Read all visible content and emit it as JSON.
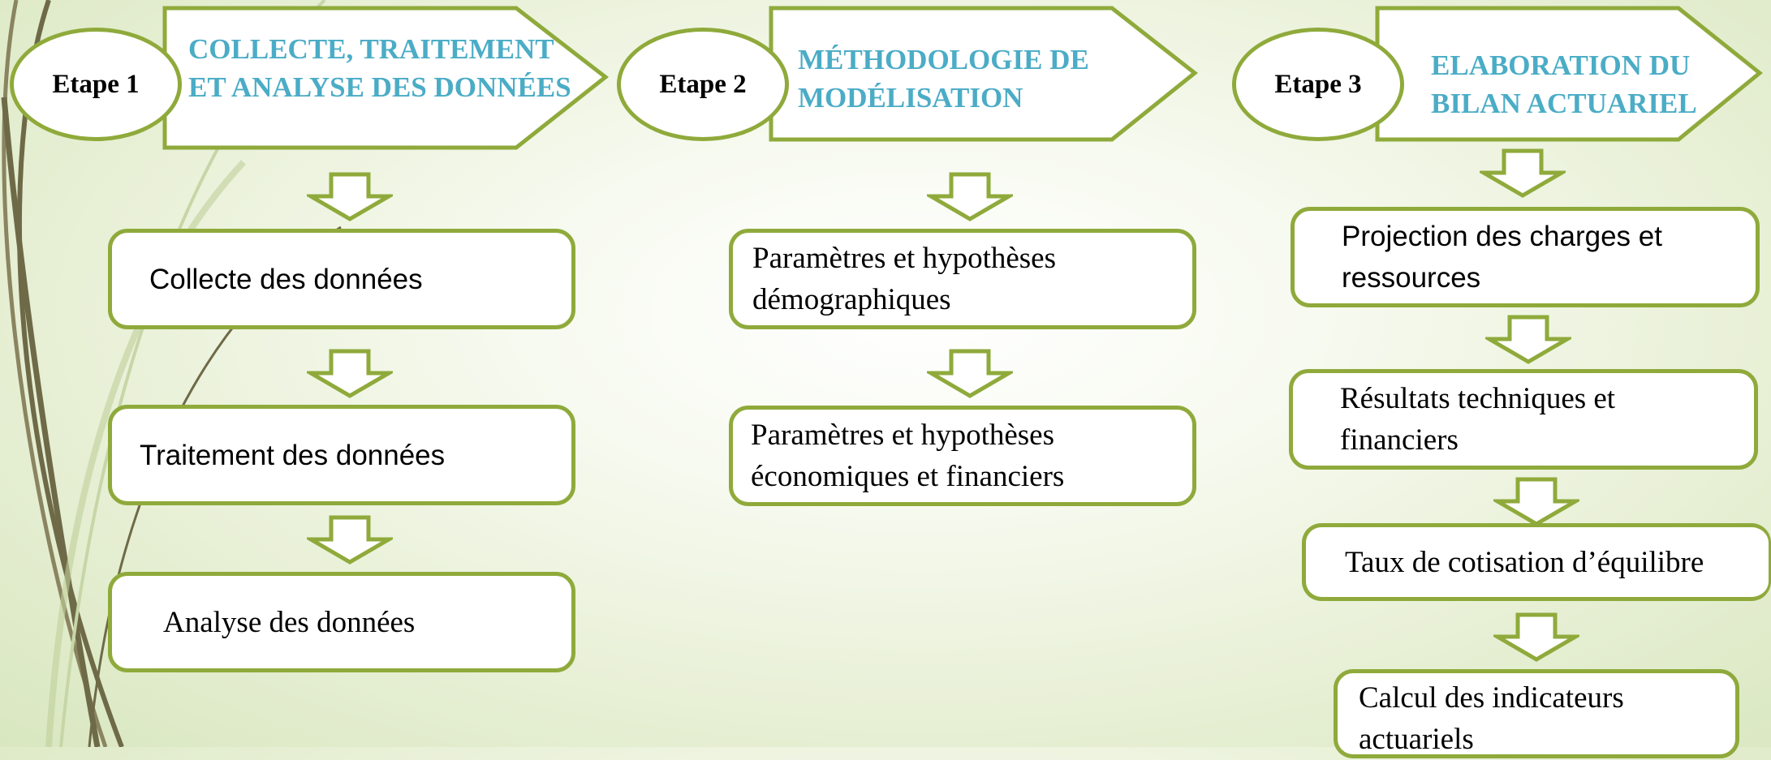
{
  "colors": {
    "accent_green": "#8faa3b",
    "title_teal": "#4bacc6",
    "text": "#000000"
  },
  "steps": [
    {
      "label": "Etape 1",
      "title": "COLLECTE, TRAITEMENT\nET ANALYSE DES DONNÉES",
      "boxes": [
        "Collecte des données",
        "Traitement des données",
        "Analyse des données"
      ]
    },
    {
      "label": "Etape 2",
      "title": "MÉTHODOLOGIE DE\nMODÉLISATION",
      "boxes": [
        "Paramètres et hypothèses\ndémographiques",
        "Paramètres et hypothèses\néconomiques et financiers"
      ]
    },
    {
      "label": "Etape 3",
      "title": "ELABORATION DU\nBILAN ACTUARIEL",
      "boxes": [
        "Projection des charges et\nressources",
        "Résultats techniques et\nfinanciers",
        "Taux de cotisation d’équilibre",
        "Calcul des indicateurs\n actuariels"
      ]
    }
  ]
}
